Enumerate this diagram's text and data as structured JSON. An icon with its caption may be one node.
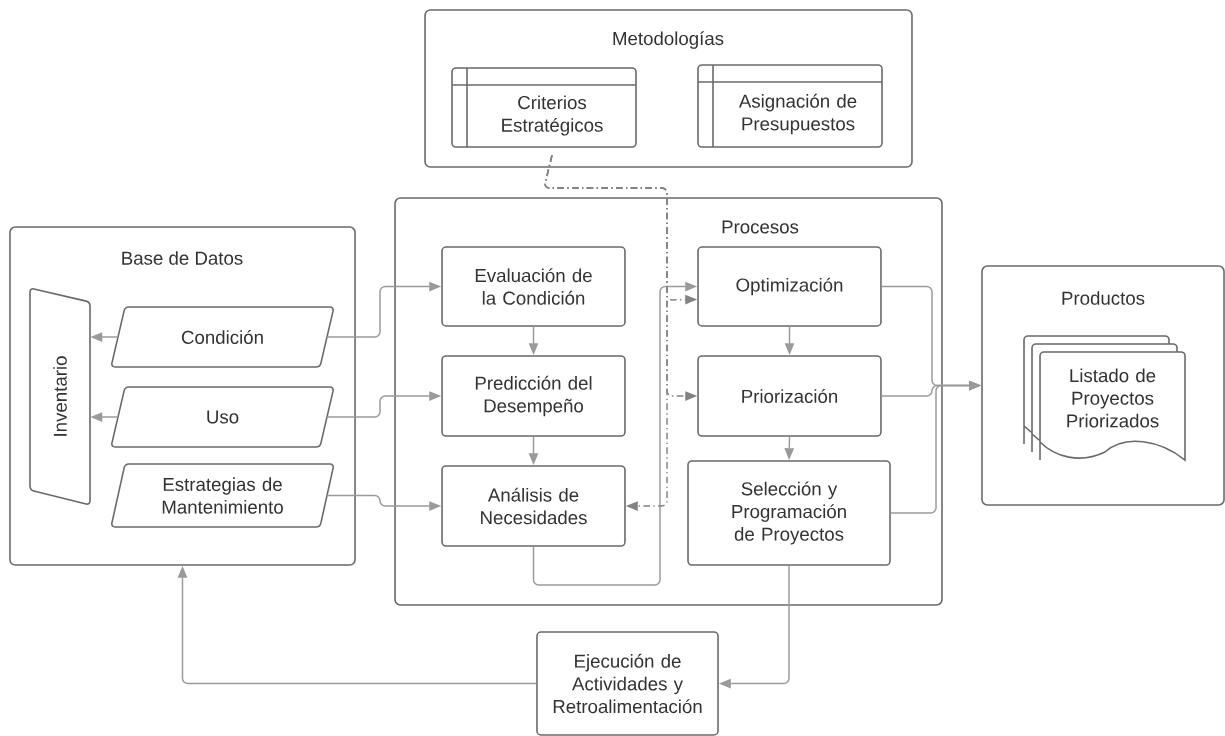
{
  "diagram": {
    "nodes": [
      {
        "text": [
          "Metodologías"
        ]
      },
      {
        "text": [
          "Criterios Estratégicos"
        ],
        "in": 0
      },
      {
        "text": [
          "Asignación de Presupuestos"
        ],
        "in": 0
      },
      {
        "text": [
          "Base de Datos"
        ]
      },
      {
        "text": [
          "Inventario"
        ],
        "in": 3
      },
      {
        "text": [
          "Condición"
        ],
        "in": 3
      },
      {
        "text": [
          "Uso"
        ],
        "in": 3
      },
      {
        "text": [
          "Estrategias de Mantenimiento"
        ],
        "in": 3
      },
      {
        "text": [
          "Procesos"
        ]
      },
      {
        "text": [
          "Evaluación de la Condición"
        ],
        "in": 8
      },
      {
        "text": [
          "Predicción del Desempeño"
        ],
        "in": 8
      },
      {
        "text": [
          "Análisis de Necesidades"
        ],
        "in": 8
      },
      {
        "text": [
          "Optimización"
        ],
        "in": 8
      },
      {
        "text": [
          "Priorización"
        ],
        "in": 8
      },
      {
        "text": [
          "Selección y Programación de Proyectos"
        ],
        "in": 8
      },
      {
        "text": [
          "Productos"
        ]
      },
      {
        "text": [
          "Listado de Proyectos Priorizados"
        ],
        "in": 15
      },
      {
        "text": [
          "Ejecución de Actividades y Retroalimentación"
        ]
      }
    ],
    "edges": [
      {
        "from": 5,
        "to": 4,
        "arrow": "to"
      },
      {
        "from": 6,
        "to": 4,
        "arrow": "to"
      },
      {
        "from": 5,
        "to": 9,
        "arrow": "to"
      },
      {
        "from": 6,
        "to": 10,
        "arrow": "to"
      },
      {
        "from": 7,
        "to": 11,
        "arrow": "to"
      },
      {
        "from": 9,
        "to": 10,
        "arrow": "to"
      },
      {
        "from": 10,
        "to": 11,
        "arrow": "to"
      },
      {
        "from": 11,
        "to": 12,
        "arrow": "to"
      },
      {
        "from": 1,
        "to": 12,
        "arrow": "to",
        "style": "dashed"
      },
      {
        "from": 1,
        "to": 13,
        "arrow": "to",
        "style": "dashed"
      },
      {
        "from": 1,
        "to": 11,
        "arrow": "to",
        "style": "dashed"
      },
      {
        "from": 12,
        "to": 13,
        "arrow": "to"
      },
      {
        "from": 13,
        "to": 14,
        "arrow": "to"
      },
      {
        "from": 12,
        "to": 15,
        "arrow": "to"
      },
      {
        "from": 13,
        "to": 15,
        "arrow": "to"
      },
      {
        "from": 14,
        "to": 15,
        "arrow": "to"
      },
      {
        "from": 14,
        "to": 17,
        "arrow": "to"
      },
      {
        "from": 17,
        "to": 3,
        "arrow": "to"
      }
    ]
  }
}
